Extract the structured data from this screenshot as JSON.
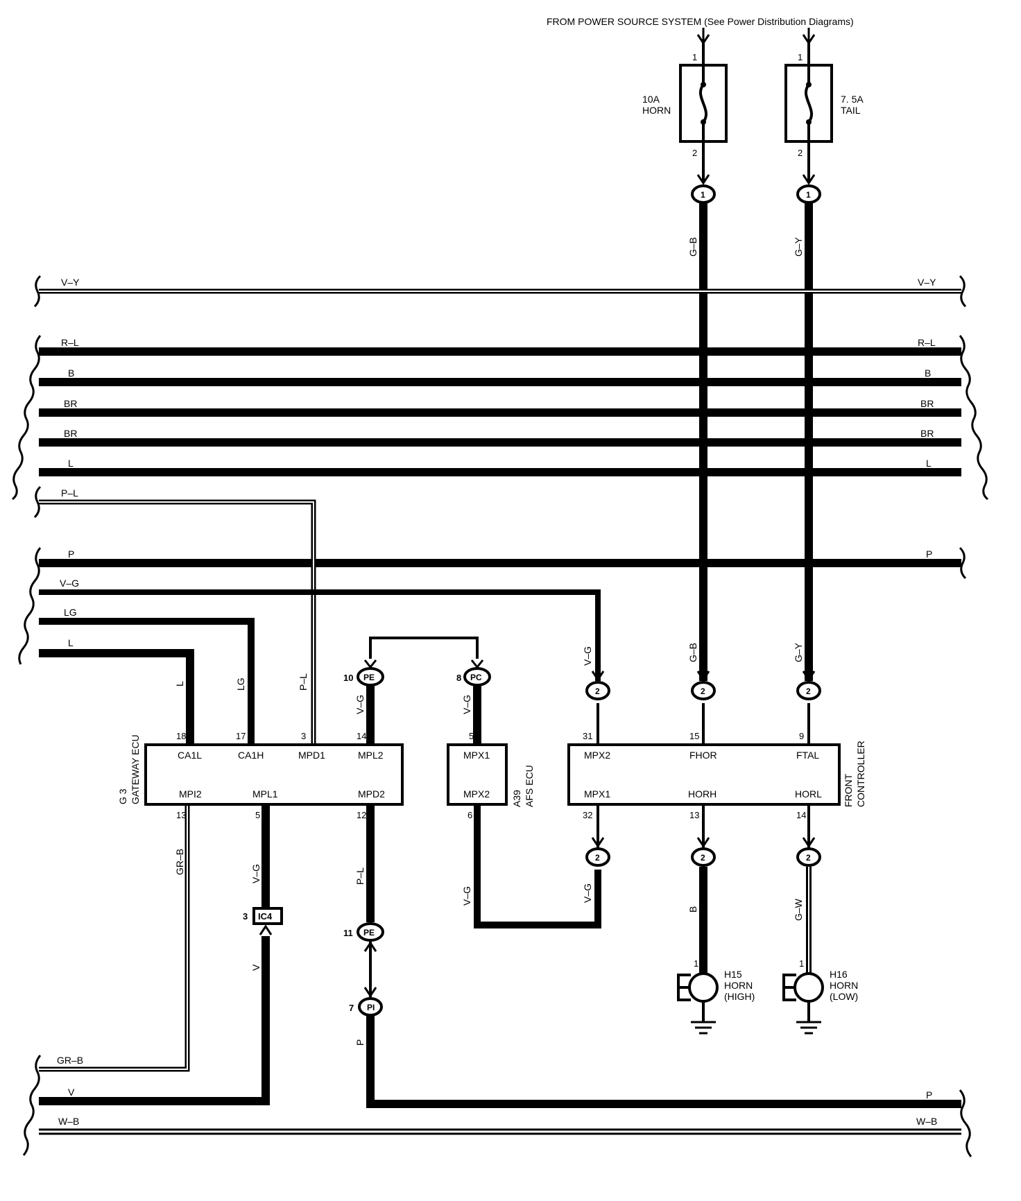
{
  "header": {
    "power_source": "FROM POWER SOURCE SYSTEM  (See Power Distribution Diagrams)"
  },
  "fuses": {
    "horn": {
      "rating": "10A",
      "name": "HORN",
      "pin_in": "1",
      "pin_out": "2"
    },
    "tail": {
      "rating": "7. 5A",
      "name": "TAIL",
      "pin_in": "1",
      "pin_out": "2"
    }
  },
  "wire_colors": {
    "gb": "G–B",
    "gy": "G–Y",
    "vy": "V–Y",
    "rl": "R–L",
    "b": "B",
    "br": "BR",
    "l": "L",
    "pl": "P–L",
    "p": "P",
    "vg": "V–G",
    "lg": "LG",
    "grb": "GR–B",
    "v": "V",
    "wb": "W–B",
    "gw": "G–W"
  },
  "connectors": {
    "c1": "1",
    "c2": "2",
    "pe10": "10",
    "pe": "PE",
    "pc8": "8",
    "pc": "PC",
    "pe11": "11",
    "pi7": "7",
    "pi": "PI",
    "ic4_pin": "3",
    "ic4": "IC4"
  },
  "gateway_ecu": {
    "code": "G 3",
    "name": "GATEWAY ECU",
    "pins_top": [
      "18",
      "17",
      "3",
      "14"
    ],
    "terms_top": [
      "CA1L",
      "CA1H",
      "MPD1",
      "MPL2"
    ],
    "terms_bottom": [
      "MPI2",
      "MPL1",
      "MPD2"
    ],
    "pins_bottom": [
      "13",
      "5",
      "12"
    ]
  },
  "afs_ecu": {
    "code": "A39",
    "name": "AFS ECU",
    "pin_top": "5",
    "term_top": "MPX1",
    "term_bottom": "MPX2",
    "pin_bottom": "6"
  },
  "front_controller": {
    "name1": "FRONT",
    "name2": "CONTROLLER",
    "pins_top": [
      "31",
      "15",
      "9"
    ],
    "terms_top": [
      "MPX2",
      "FHOR",
      "FTAL"
    ],
    "terms_bottom": [
      "MPX1",
      "HORH",
      "HORL"
    ],
    "pins_bottom": [
      "32",
      "13",
      "14"
    ]
  },
  "horns": {
    "high": {
      "code": "H15",
      "name": "HORN",
      "spec": "(HIGH)",
      "pin": "1"
    },
    "low": {
      "code": "H16",
      "name": "HORN",
      "spec": "(LOW)",
      "pin": "1"
    }
  }
}
